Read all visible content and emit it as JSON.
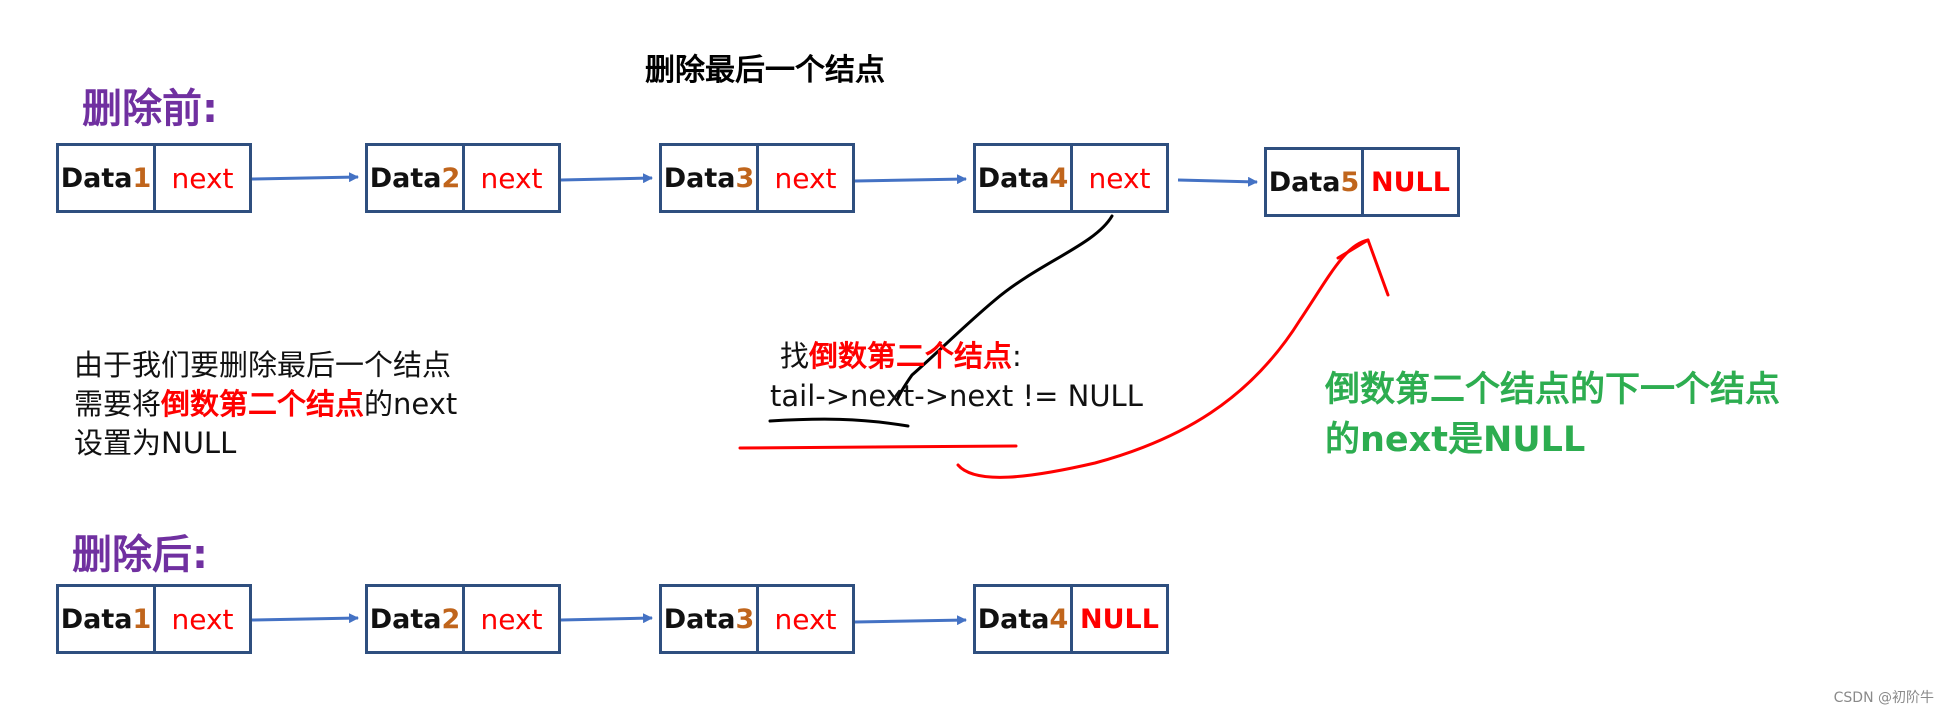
{
  "title": "删除最后一个结点",
  "before_label": "删除前:",
  "after_label": "删除后:",
  "before_nodes": [
    {
      "data": "Data",
      "num": "1",
      "next": "next"
    },
    {
      "data": "Data",
      "num": "2",
      "next": "next"
    },
    {
      "data": "Data",
      "num": "3",
      "next": "next"
    },
    {
      "data": "Data",
      "num": "4",
      "next": "next"
    },
    {
      "data": "Data",
      "num": "5",
      "next": "NULL"
    }
  ],
  "after_nodes": [
    {
      "data": "Data",
      "num": "1",
      "next": "next"
    },
    {
      "data": "Data",
      "num": "2",
      "next": "next"
    },
    {
      "data": "Data",
      "num": "3",
      "next": "next"
    },
    {
      "data": "Data",
      "num": "4",
      "next": "NULL"
    }
  ],
  "explain": {
    "line1": "由于我们要删除最后一个结点",
    "line2_pre": "需要将",
    "line2_highlight": "倒数第二个结点",
    "line2_post": "的next",
    "line3": "设置为NULL"
  },
  "find": {
    "prefix": "找",
    "highlight": "倒数第二个结点",
    "suffix": ":",
    "code": "tail->next->next != NULL"
  },
  "conclusion": {
    "line1": "倒数第二个结点的下一个结点",
    "line2": "的next是NULL"
  },
  "watermark": "CSDN @初阶牛",
  "colors": {
    "node_border": "#2f4f7f",
    "arrow": "#4472c4",
    "red": "#ff0000",
    "purple": "#7030a0",
    "green": "#2dad50",
    "orange_num": "#c0651c"
  }
}
